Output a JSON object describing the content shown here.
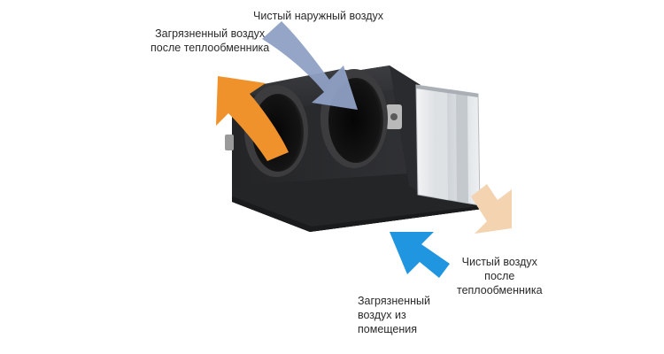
{
  "labels": {
    "exhaust_out": {
      "line1": "Загрязненный воздух",
      "line2": "после теплообменника"
    },
    "fresh_in": {
      "line1": "Чистый наружный воздух"
    },
    "supply_out": {
      "line1": "Чистый воздух",
      "line2": "после",
      "line3": "теплообменника"
    },
    "room_in": {
      "line1": "Загрязненный",
      "line2": "воздух из",
      "line3": "помещения"
    }
  },
  "colors": {
    "exhaust_arrow": "#f0922b",
    "fresh_arrow": "#8ea0c4",
    "supply_arrow": "#f4d3b0",
    "room_arrow": "#2196e0",
    "unit_body": "#2b2c2e",
    "unit_top": "#3a3b3e",
    "unit_side": "#1f2022"
  },
  "icons": [
    "orange-airflow-arrow",
    "lavender-airflow-arrow",
    "peach-airflow-arrow",
    "blue-airflow-arrow"
  ]
}
